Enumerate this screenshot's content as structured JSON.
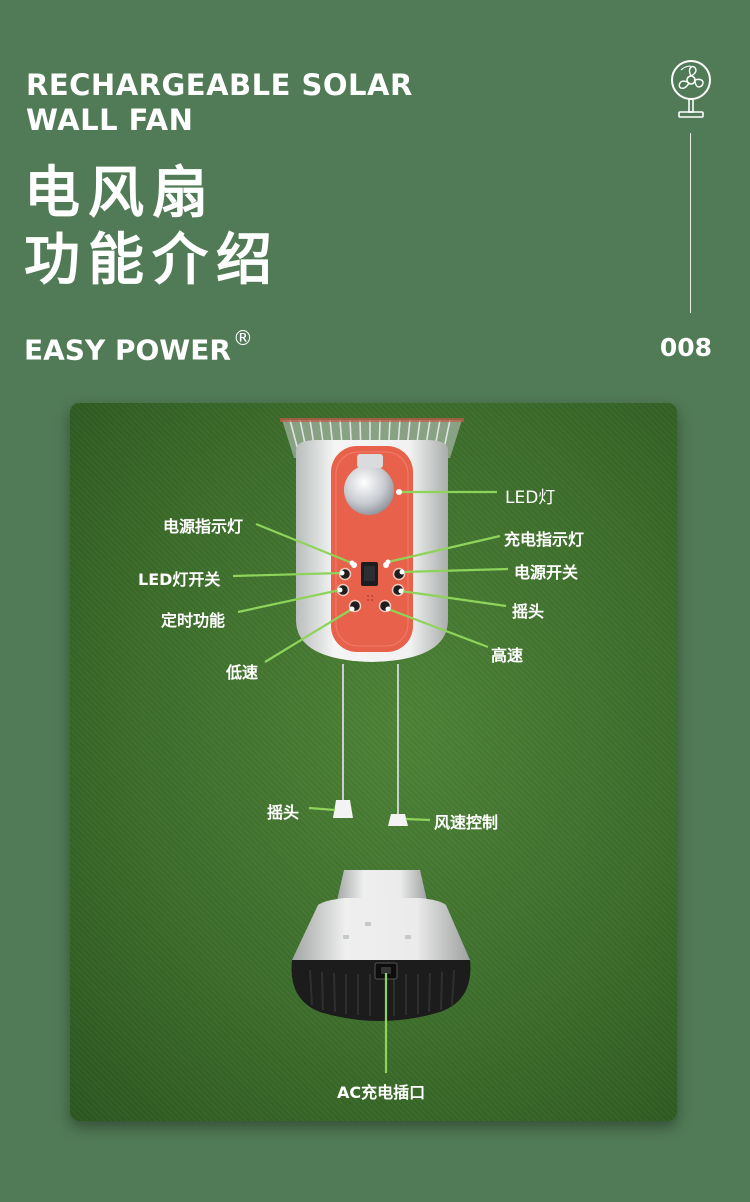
{
  "header": {
    "title_en_line1": "RECHARGEABLE SOLAR",
    "title_en_line2": "WALL FAN",
    "title_cn_line1": "电风扇",
    "title_cn_line2": "功能介绍",
    "brand": "EASY POWER",
    "brand_mark": "®",
    "page_number": "008"
  },
  "labels": {
    "led_light": "LED灯",
    "power_indicator": "电源指示灯",
    "charge_indicator": "充电指示灯",
    "led_switch": "LED灯开关",
    "power_switch": "电源开关",
    "timer": "定时功能",
    "oscillate": "摇头",
    "low_speed": "低速",
    "high_speed": "高速",
    "oscillate_cord": "摇头",
    "speed_cord": "风速控制",
    "ac_port": "AC充电插口"
  },
  "icons": {
    "header_icon": "fan-icon"
  },
  "colors": {
    "background": "#517a56",
    "panel": "#3f722d",
    "callout_line": "#8ed35a",
    "control_panel": "#e8614b"
  }
}
